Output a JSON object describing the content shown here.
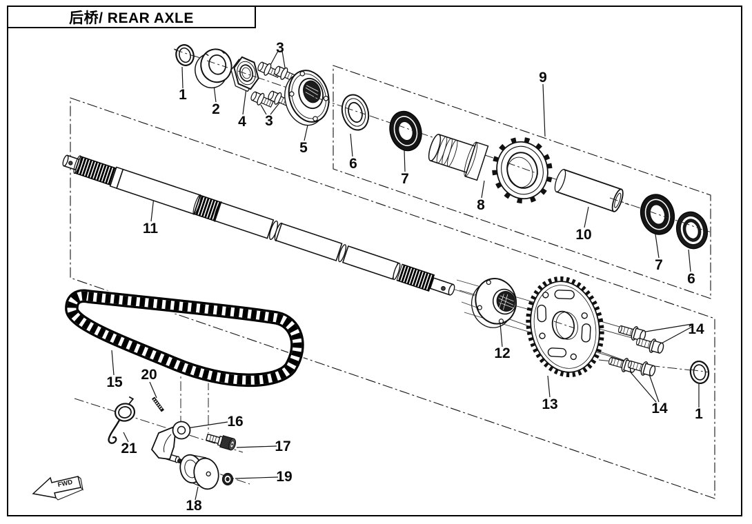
{
  "title": "后桥/ REAR AXLE",
  "fwd_label": "FWD",
  "callouts": [
    "1",
    "2",
    "3",
    "4",
    "3",
    "5",
    "6",
    "7",
    "8",
    "9",
    "10",
    "7",
    "6",
    "11",
    "12",
    "13",
    "14",
    "14",
    "1",
    "15",
    "20",
    "16",
    "17",
    "18",
    "19",
    "21"
  ]
}
